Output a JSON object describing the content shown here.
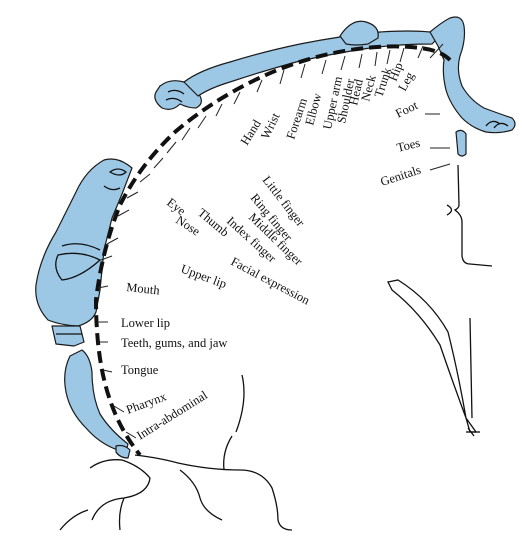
{
  "colors": {
    "body_fill": "#9cc8e6",
    "outline": "#1b1b1b",
    "background": "#ffffff"
  },
  "labels": {
    "genitals": "Genitals",
    "toes": "Toes",
    "foot": "Foot",
    "leg": "Leg",
    "hip": "Hip",
    "trunk": "Trunk",
    "neck": "Neck",
    "head": "Head",
    "shoulder": "Shoulder",
    "upper_arm": "Upper arm",
    "elbow": "Elbow",
    "forearm": "Forearm",
    "wrist": "Wrist",
    "hand": "Hand",
    "little_finger": "Little finger",
    "ring_finger": "Ring finger",
    "middle_finger": "Middle finger",
    "index_finger": "Index finger",
    "thumb": "Thumb",
    "eye": "Eye",
    "nose": "Nose",
    "facial_expression": "Facial expression",
    "upper_lip": "Upper lip",
    "mouth": "Mouth",
    "lower_lip": "Lower lip",
    "teeth_gums_jaw": "Teeth, gums, and jaw",
    "tongue": "Tongue",
    "pharynx": "Pharynx",
    "intra_abdominal": "Intra-abdominal"
  }
}
